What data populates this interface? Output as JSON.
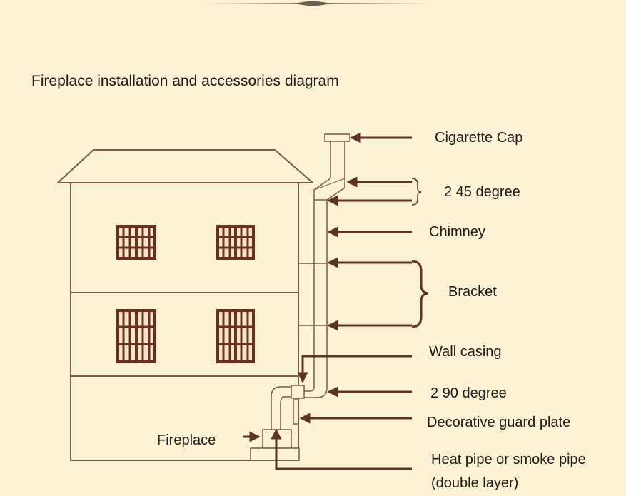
{
  "title": "Fireplace installation and accessories diagram",
  "labels": {
    "cap": "Cigarette Cap",
    "elbow45": "2 45 degree",
    "chimney": "Chimney",
    "bracket": "Bracket",
    "wall_casing": "Wall casing",
    "elbow90": "2 90 degree",
    "guard_plate": "Decorative guard plate",
    "heat_pipe_line1": "Heat pipe or smoke pipe",
    "heat_pipe_line2": "(double layer)",
    "fireplace": "Fireplace"
  },
  "colors": {
    "background": "#fbf1d4",
    "line": "#7a5a48",
    "arrow": "#5c3326",
    "window_frame": "#6b2e22",
    "window_glass": "#f3e6c6"
  }
}
